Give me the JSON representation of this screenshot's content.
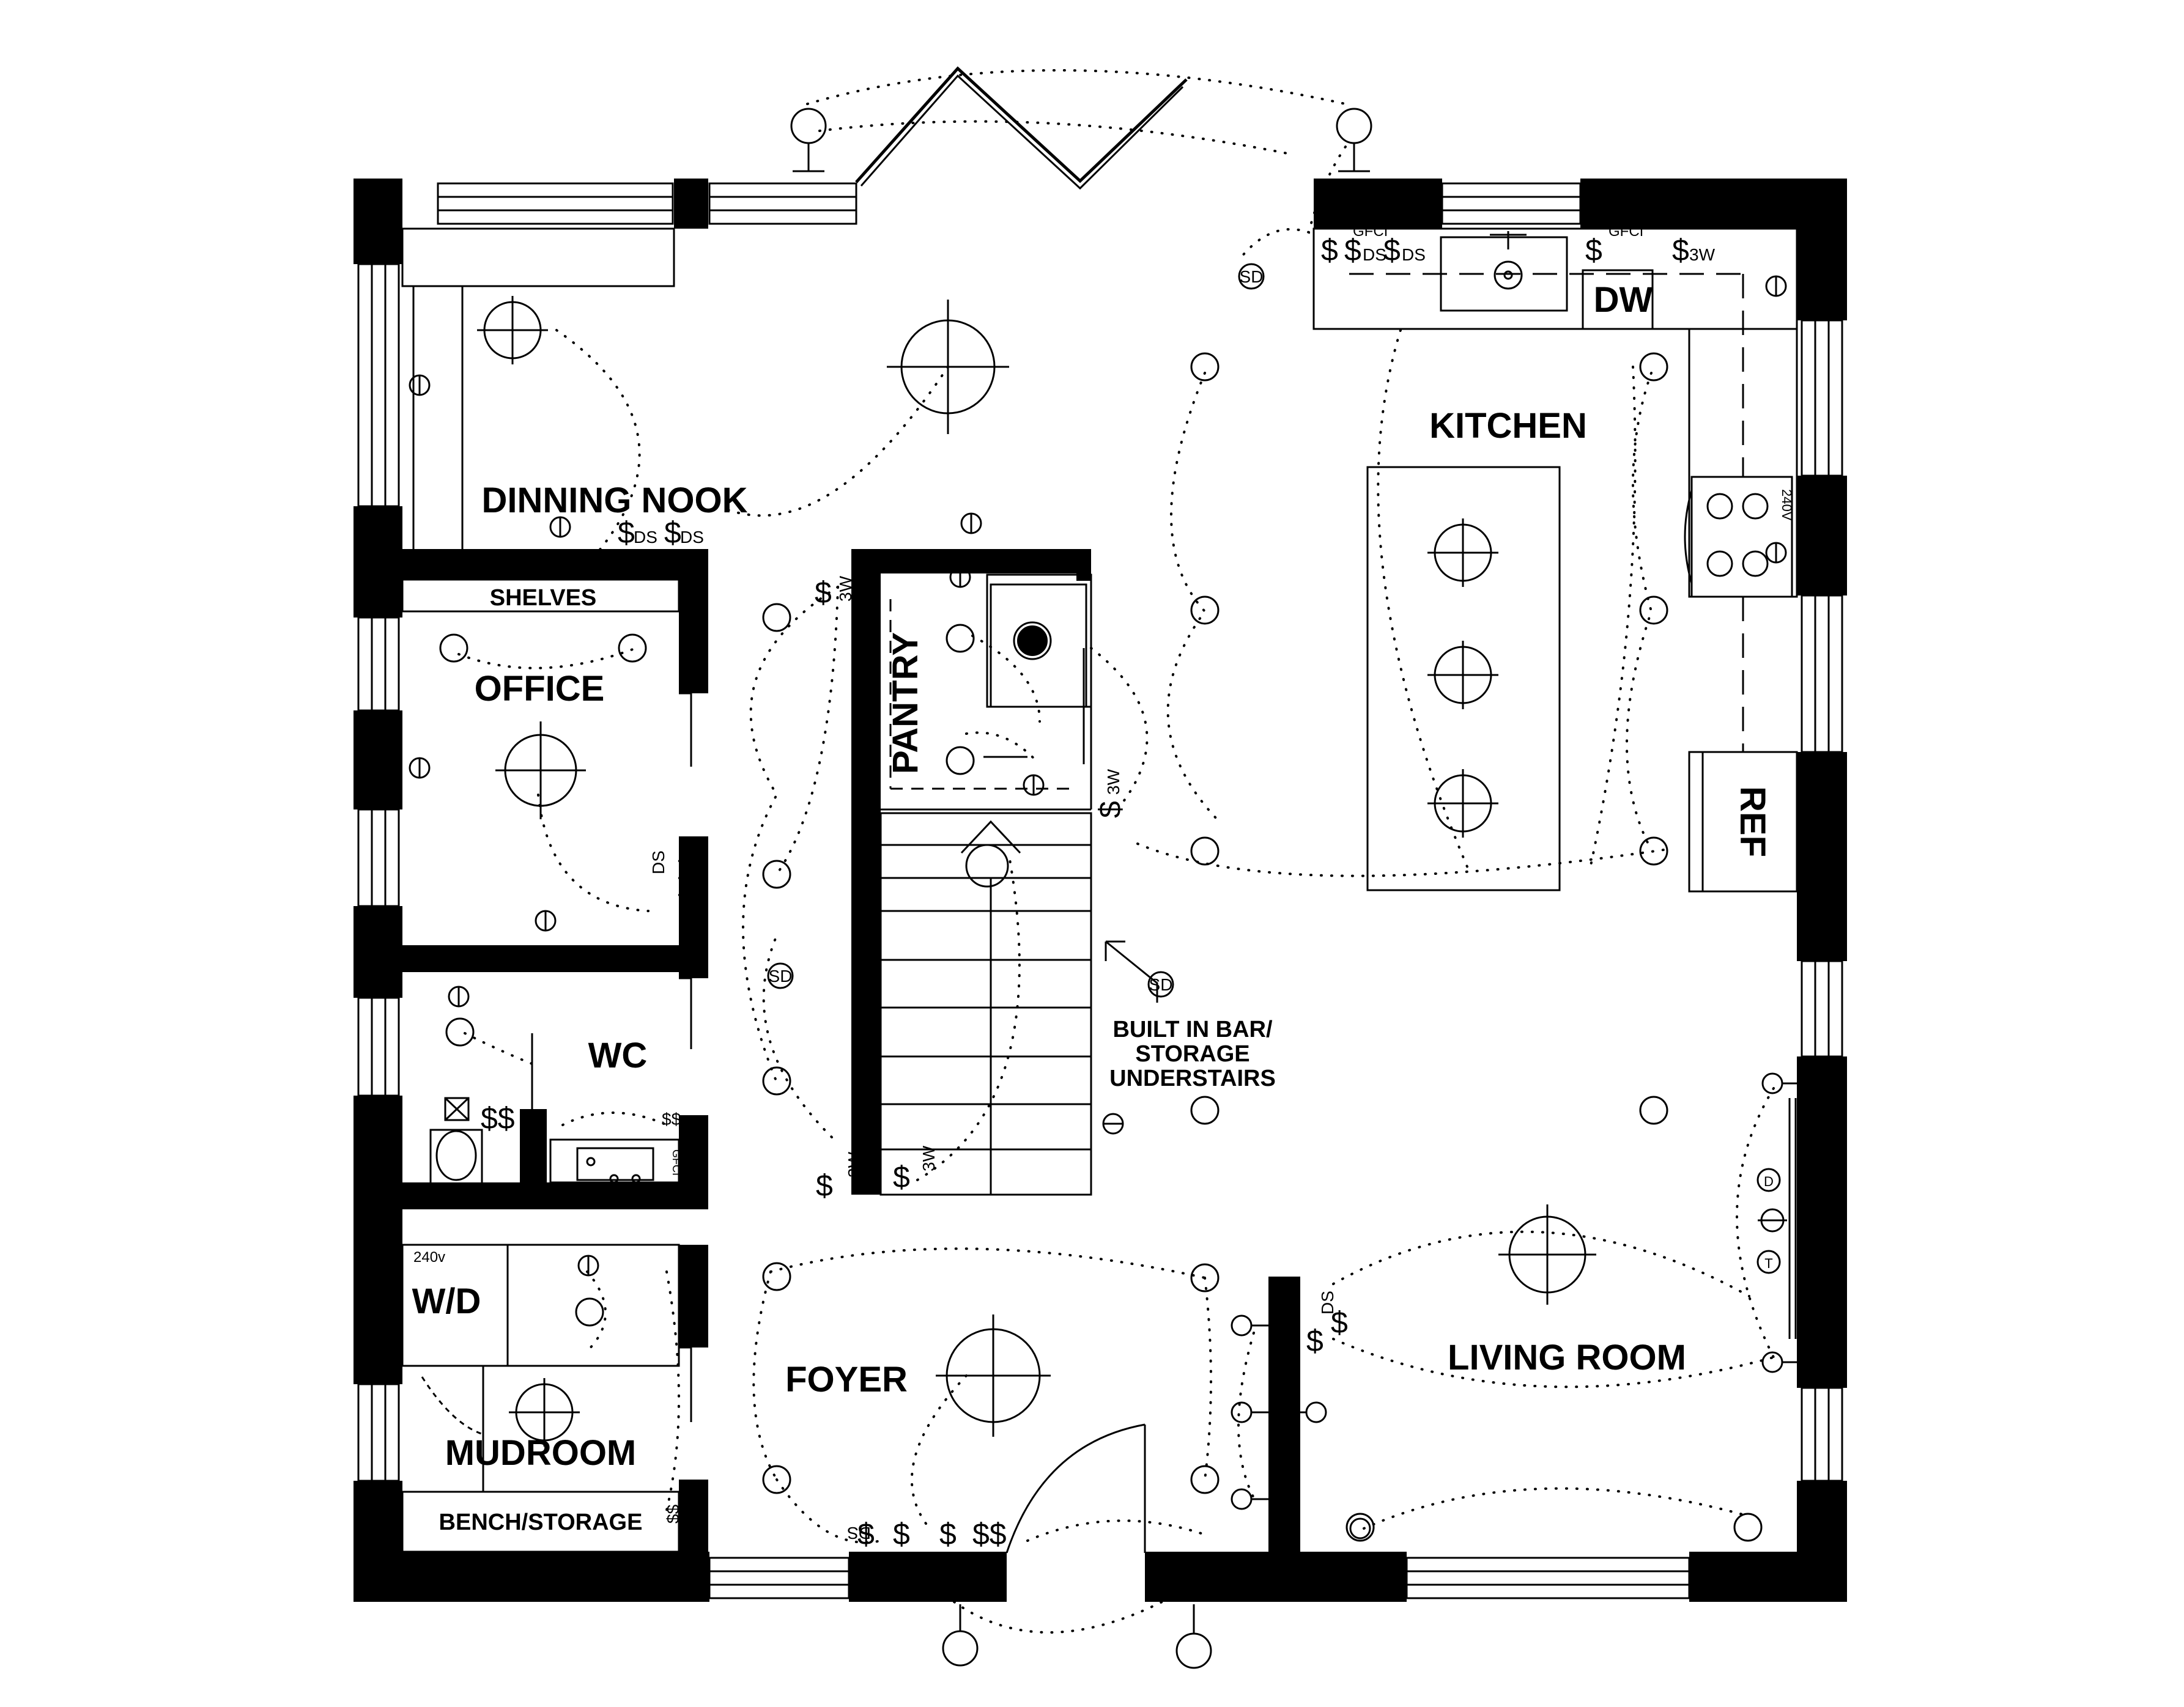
{
  "labels": {
    "dinning_nook": "DINNING NOOK",
    "kitchen": "KITCHEN",
    "office": "OFFICE",
    "shelves": "SHELVES",
    "pantry": "PANTRY",
    "wc": "WC",
    "wd": "W/D",
    "mudroom": "MUDROOM",
    "bench_storage": "BENCH/STORAGE",
    "foyer": "FOYER",
    "living_room": "LIVING ROOM",
    "dw": "DW",
    "ref": "REF",
    "built_in_line1": "BUILT IN BAR/",
    "built_in_line2": "STORAGE",
    "built_in_line3": "UNDERSTAIRS"
  },
  "tags": {
    "gfci": "GFCI",
    "v240": "240v",
    "v240_range": "240V",
    "sd": "SD",
    "d": "D",
    "t": "T"
  },
  "switches": {
    "dollar": "$",
    "dd": "$$",
    "ddd": "$$$",
    "ds": "DS",
    "three_w": "3W"
  }
}
